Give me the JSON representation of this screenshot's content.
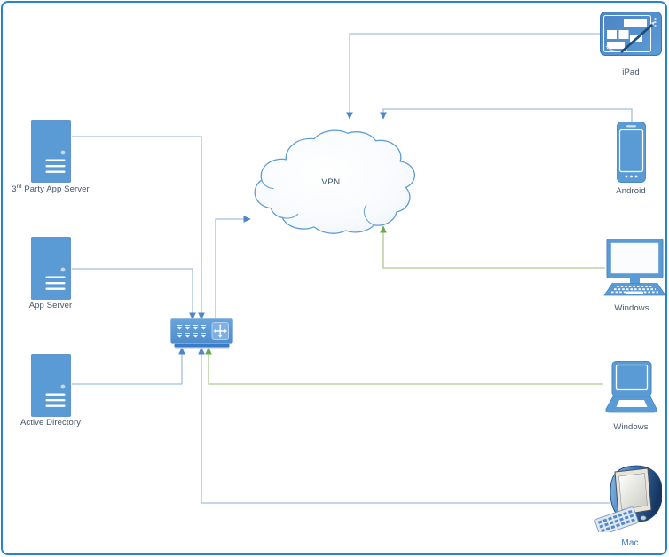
{
  "page": {
    "background": "#ffffff",
    "border_color": "#2386d3"
  },
  "colors": {
    "shape_blue": "#5b9bd5",
    "shape_blue_dark": "#4a86c0",
    "connector_blue": "#a4bedf",
    "arrow_blue": "#4e86c8",
    "connector_green": "#aac98f",
    "arrow_green": "#6aa84f",
    "label_color": "#44546a",
    "mac_label_color": "#4076c4"
  },
  "nodes": {
    "third_party_app_server": {
      "type": "server",
      "label": "3rd Party App Server",
      "label_main": "3",
      "label_sup": "rd",
      "label_rest": " Party App Server"
    },
    "app_server": {
      "type": "server",
      "label": "App Server"
    },
    "active_directory": {
      "type": "server",
      "label": "Active Directory"
    },
    "switch": {
      "type": "switch",
      "label": ""
    },
    "vpn_cloud": {
      "type": "cloud",
      "label": "VPN"
    },
    "ipad": {
      "type": "tablet",
      "label": "iPad"
    },
    "android": {
      "type": "phone",
      "label": "Android"
    },
    "windows_desktop": {
      "type": "desktop",
      "label": "Windows"
    },
    "windows_laptop": {
      "type": "laptop",
      "label": "Windows"
    },
    "mac": {
      "type": "mac-desktop",
      "label": "Mac"
    }
  },
  "connections": [
    {
      "from": "ipad",
      "to": "vpn_cloud",
      "color": "blue"
    },
    {
      "from": "android",
      "to": "vpn_cloud",
      "color": "blue"
    },
    {
      "from": "switch",
      "to": "vpn_cloud",
      "color": "blue"
    },
    {
      "from": "windows_desktop",
      "to": "vpn_cloud",
      "color": "green"
    },
    {
      "from": "third_party_app_server",
      "to": "switch",
      "color": "blue"
    },
    {
      "from": "app_server",
      "to": "switch",
      "color": "blue"
    },
    {
      "from": "active_directory",
      "to": "switch",
      "color": "blue"
    },
    {
      "from": "windows_laptop",
      "to": "switch",
      "color": "green"
    },
    {
      "from": "mac",
      "to": "switch",
      "color": "blue"
    }
  ]
}
